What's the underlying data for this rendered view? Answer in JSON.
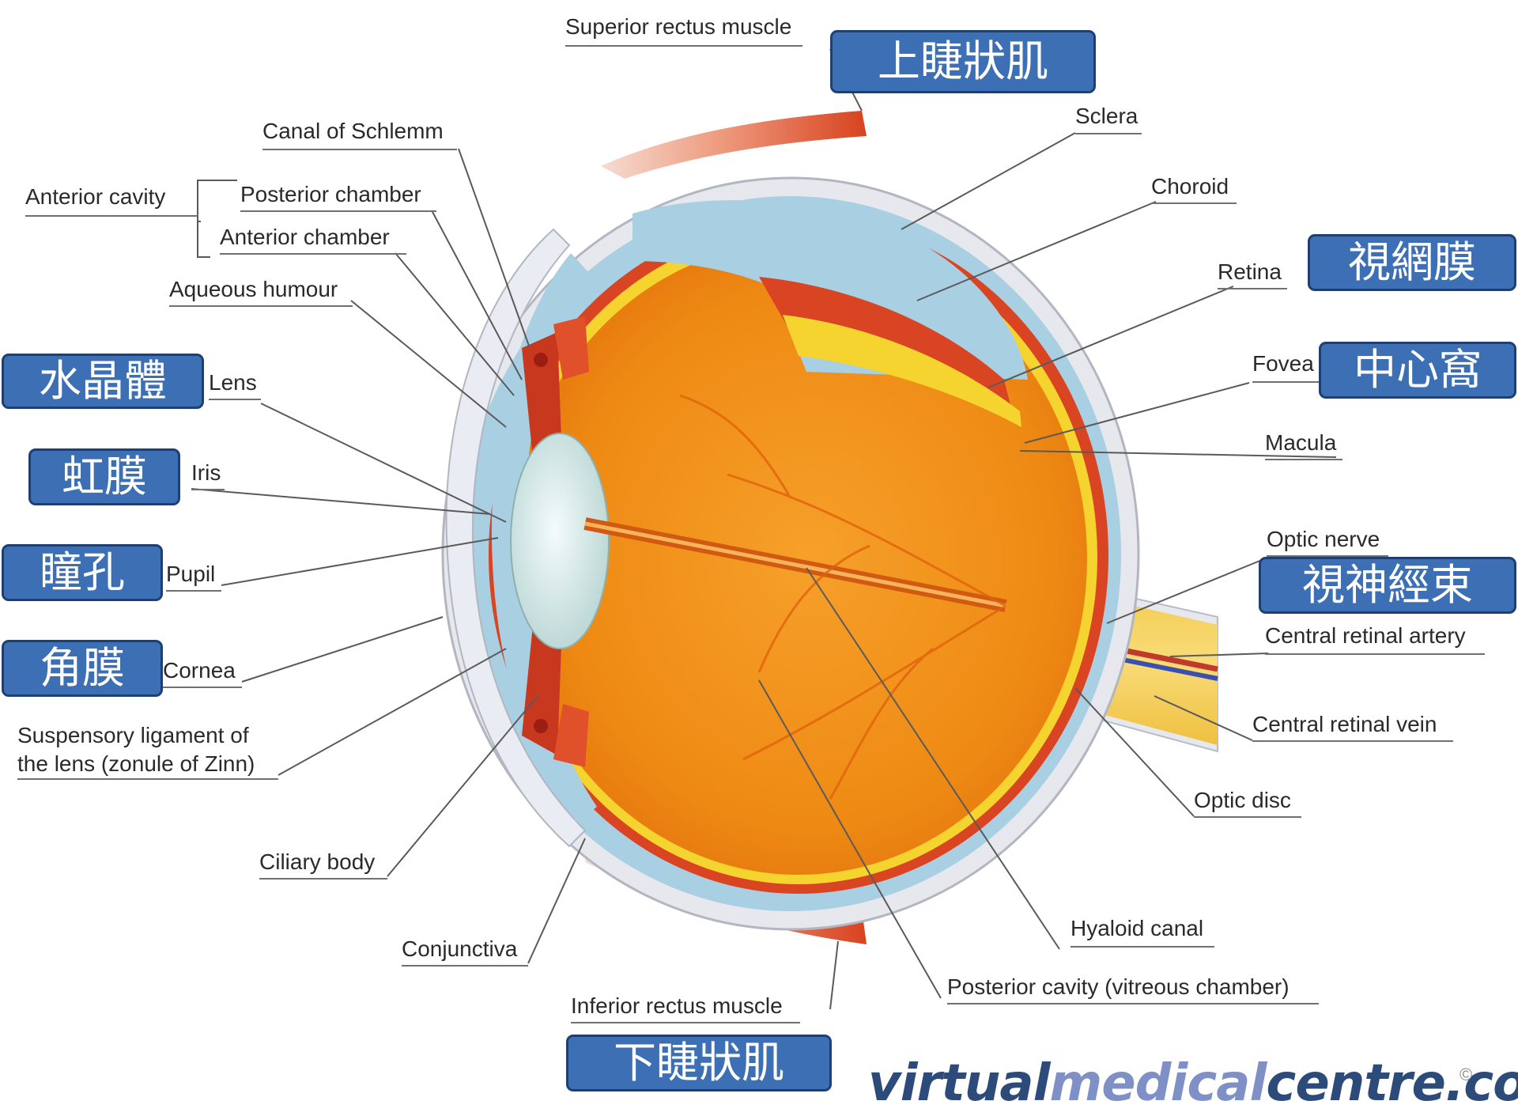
{
  "labels": {
    "superior_rectus": "Superior rectus muscle",
    "canal_schlemm": "Canal of Schlemm",
    "sclera": "Sclera",
    "anterior_cavity": "Anterior cavity",
    "posterior_chamber": "Posterior chamber",
    "anterior_chamber": "Anterior chamber",
    "choroid": "Choroid",
    "aqueous_humour": "Aqueous humour",
    "retina": "Retina",
    "fovea": "Fovea",
    "lens": "Lens",
    "macula": "Macula",
    "iris": "Iris",
    "optic_nerve": "Optic nerve",
    "pupil": "Pupil",
    "central_retinal_artery": "Central retinal artery",
    "cornea": "Cornea",
    "suspensory_ligament_1": "Suspensory ligament of",
    "suspensory_ligament_2": "the lens (zonule of Zinn)",
    "central_retinal_vein": "Central retinal vein",
    "optic_disc": "Optic disc",
    "ciliary_body": "Ciliary body",
    "hyaloid_canal": "Hyaloid canal",
    "conjunctiva": "Conjunctiva",
    "posterior_cavity": "Posterior cavity (vitreous chamber)",
    "inferior_rectus": "Inferior rectus muscle"
  },
  "chinese_labels": {
    "superior_rectus": "上睫狀肌",
    "retina": "視網膜",
    "fovea": "中心窩",
    "lens": "水晶體",
    "iris": "虹膜",
    "pupil": "瞳孔",
    "optic_nerve": "視神經束",
    "cornea": "角膜",
    "inferior_rectus": "下睫狀肌"
  },
  "watermark": {
    "part1": "virtual",
    "part2": "medical",
    "part3": "centre.com",
    "copyright": "©"
  },
  "colors": {
    "label_box": "#3d6fb5",
    "label_box_border": "#1d3f73",
    "vitreous": "#f08c14",
    "muscle": "#e0502a",
    "retina_layer": "#f6d430",
    "sclera": "#e6e8ee",
    "aqueous": "#a9cfe3"
  }
}
